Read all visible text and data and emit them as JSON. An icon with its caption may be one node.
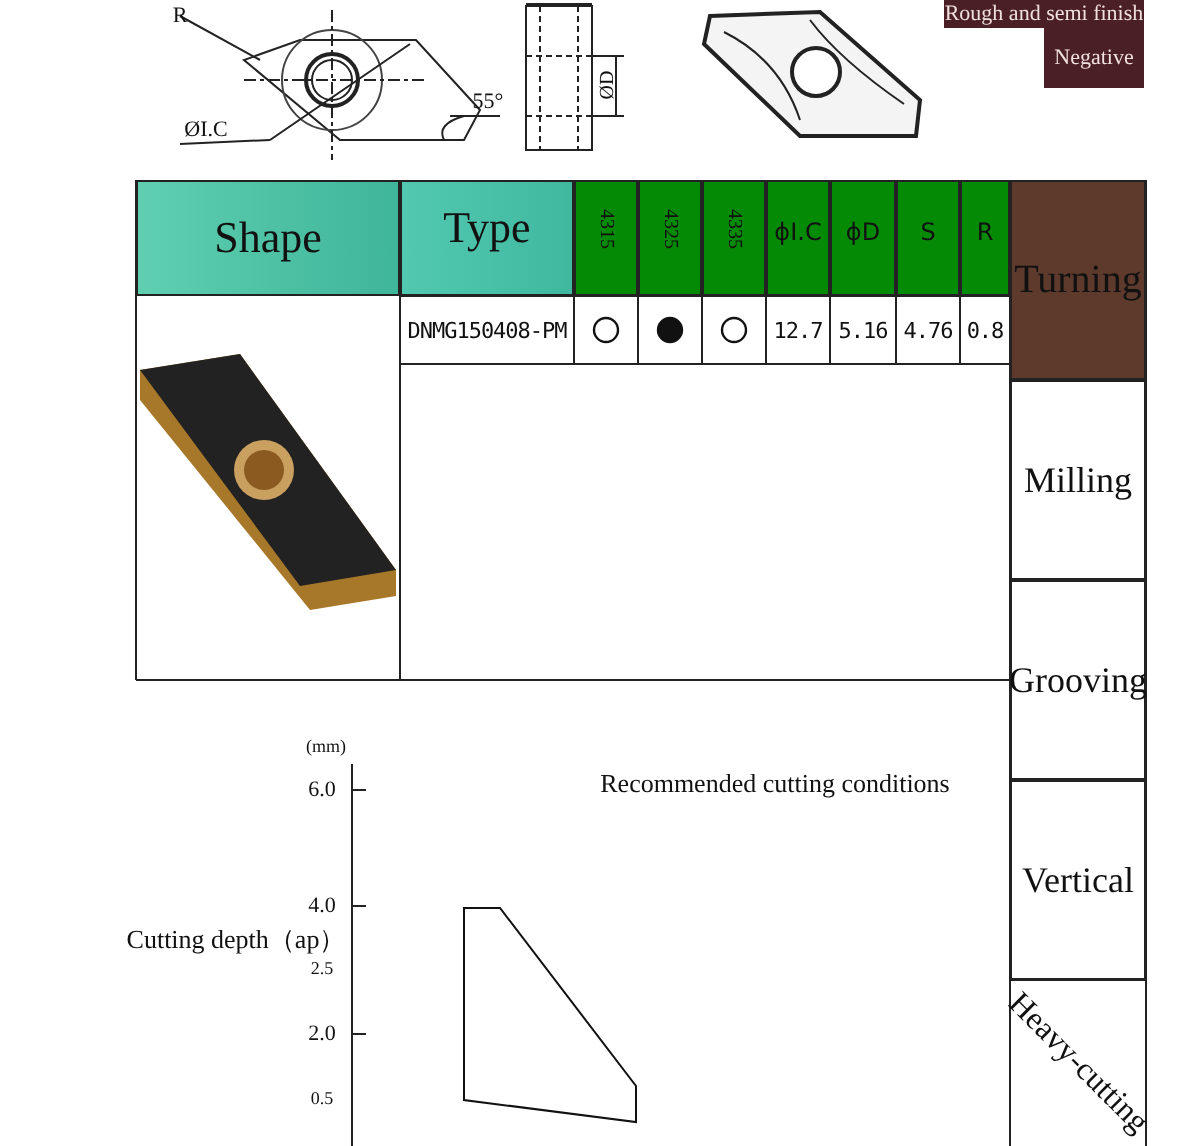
{
  "diagram": {
    "labels": [
      "R",
      "ØI.C",
      "55°",
      "ØD",
      "Rough and semi finish",
      "Negative",
      "Shape",
      "Type",
      "4315",
      "4325",
      "4335",
      "ϕI.C",
      "ϕD",
      "S",
      "R",
      "Turning",
      "DNMG150408-PM",
      "12.7",
      "5.16",
      "4.76",
      "0.8",
      "Milling",
      "Grooving",
      "Vertical",
      "Heavy-cutting",
      "(mm)",
      "6.0",
      "Recommended cutting conditions",
      "4.0",
      "Cutting depth（ap）",
      "2.5",
      "2.0",
      "0.5"
    ]
  }
}
